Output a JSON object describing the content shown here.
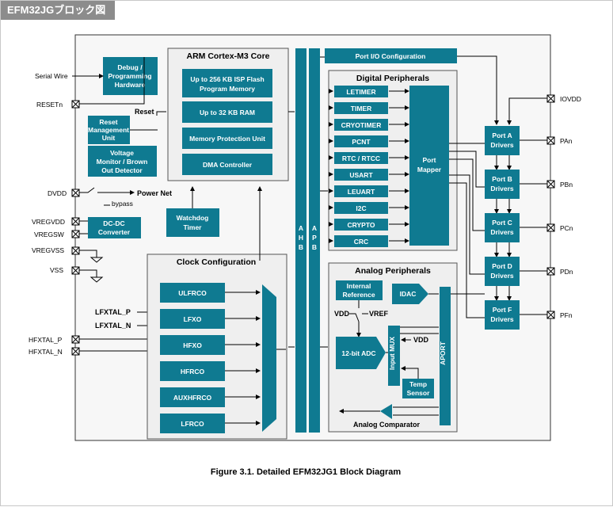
{
  "tab_title": "EFM32JGブロック図",
  "caption": "Figure 3.1.  Detailed EFM32JG1 Block Diagram",
  "colors": {
    "block": "#0f7a91",
    "group_bg": "#efefef"
  },
  "core": {
    "title": "ARM Cortex-M3 Core",
    "flash_1": "Up to 256 KB ISP Flash",
    "flash_2": "Program Memory",
    "ram": "Up to 32 KB RAM",
    "mpu": "Memory Protection Unit",
    "dma": "DMA Controller"
  },
  "left": {
    "debug_1": "Debug /",
    "debug_2": "Programming",
    "debug_3": "Hardware",
    "reset_label": "Reset",
    "rmu_1": "Reset",
    "rmu_2": "Management",
    "rmu_3": "Unit",
    "vmon_1": "Voltage",
    "vmon_2": "Monitor / Brown",
    "vmon_3": "Out Detector",
    "dcdc_1": "DC-DC",
    "dcdc_2": "Converter",
    "watchdog_1": "Watchdog",
    "watchdog_2": "Timer",
    "power_net": "Power Net",
    "bypass": "bypass"
  },
  "pins_left": {
    "serial_wire": "Serial Wire",
    "resetn": "RESETn",
    "dvdd": "DVDD",
    "vregvdd": "VREGVDD",
    "vregsw": "VREGSW",
    "vregvss": "VREGVSS",
    "vss": "VSS",
    "lfxtal_p": "LFXTAL_P",
    "lfxtal_n": "LFXTAL_N",
    "hfxtal_p": "HFXTAL_P",
    "hfxtal_n": "HFXTAL_N"
  },
  "clock": {
    "title": "Clock Configuration",
    "items": [
      "ULFRCO",
      "LFXO",
      "HFXO",
      "HFRCO",
      "AUXHFRCO",
      "LFRCO"
    ]
  },
  "bus": {
    "ahb": "A H B",
    "apb": "A P B"
  },
  "port_io": "Port I/O Configuration",
  "digital": {
    "title": "Digital Peripherals",
    "items": [
      "LETIMER",
      "TIMER",
      "CRYOTIMER",
      "PCNT",
      "RTC / RTCC",
      "USART",
      "LEUART",
      "I2C",
      "CRYPTO",
      "CRC"
    ],
    "mapper_1": "Port",
    "mapper_2": "Mapper"
  },
  "analog": {
    "title": "Analog Peripherals",
    "ref_1": "Internal",
    "ref_2": "Reference",
    "idac": "IDAC",
    "vdd": "VDD",
    "vref": "VREF",
    "adc": "12-bit ADC",
    "mux": "Input MUX",
    "vdd2": "VDD",
    "temp_1": "Temp",
    "temp_2": "Sensor",
    "aport": "APORT",
    "comparator": "Analog Comparator"
  },
  "ports": {
    "items": [
      {
        "l1": "Port A",
        "l2": "Drivers",
        "pin": "PAn"
      },
      {
        "l1": "Port B",
        "l2": "Drivers",
        "pin": "PBn"
      },
      {
        "l1": "Port C",
        "l2": "Drivers",
        "pin": "PCn"
      },
      {
        "l1": "Port D",
        "l2": "Drivers",
        "pin": "PDn"
      },
      {
        "l1": "Port F",
        "l2": "Drivers",
        "pin": "PFn"
      }
    ],
    "iovdd": "IOVDD"
  }
}
